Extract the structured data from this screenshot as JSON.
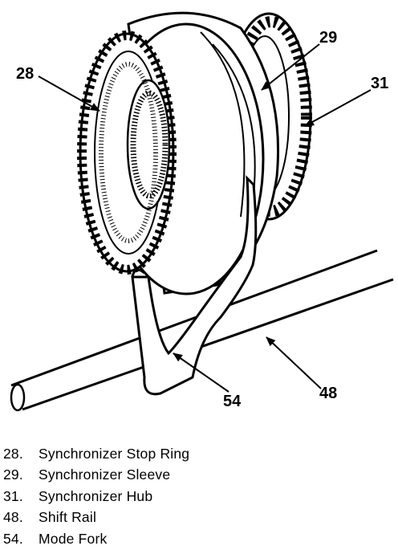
{
  "callouts": {
    "c28": "28",
    "c29": "29",
    "c31": "31",
    "c48": "48",
    "c54": "54"
  },
  "legend": [
    {
      "num": "28.",
      "label": "Synchronizer Stop Ring"
    },
    {
      "num": "29.",
      "label": "Synchronizer Sleeve"
    },
    {
      "num": "31.",
      "label": "Synchronizer Hub"
    },
    {
      "num": "48.",
      "label": "Shift Rail"
    },
    {
      "num": "54.",
      "label": "Mode Fork"
    }
  ]
}
